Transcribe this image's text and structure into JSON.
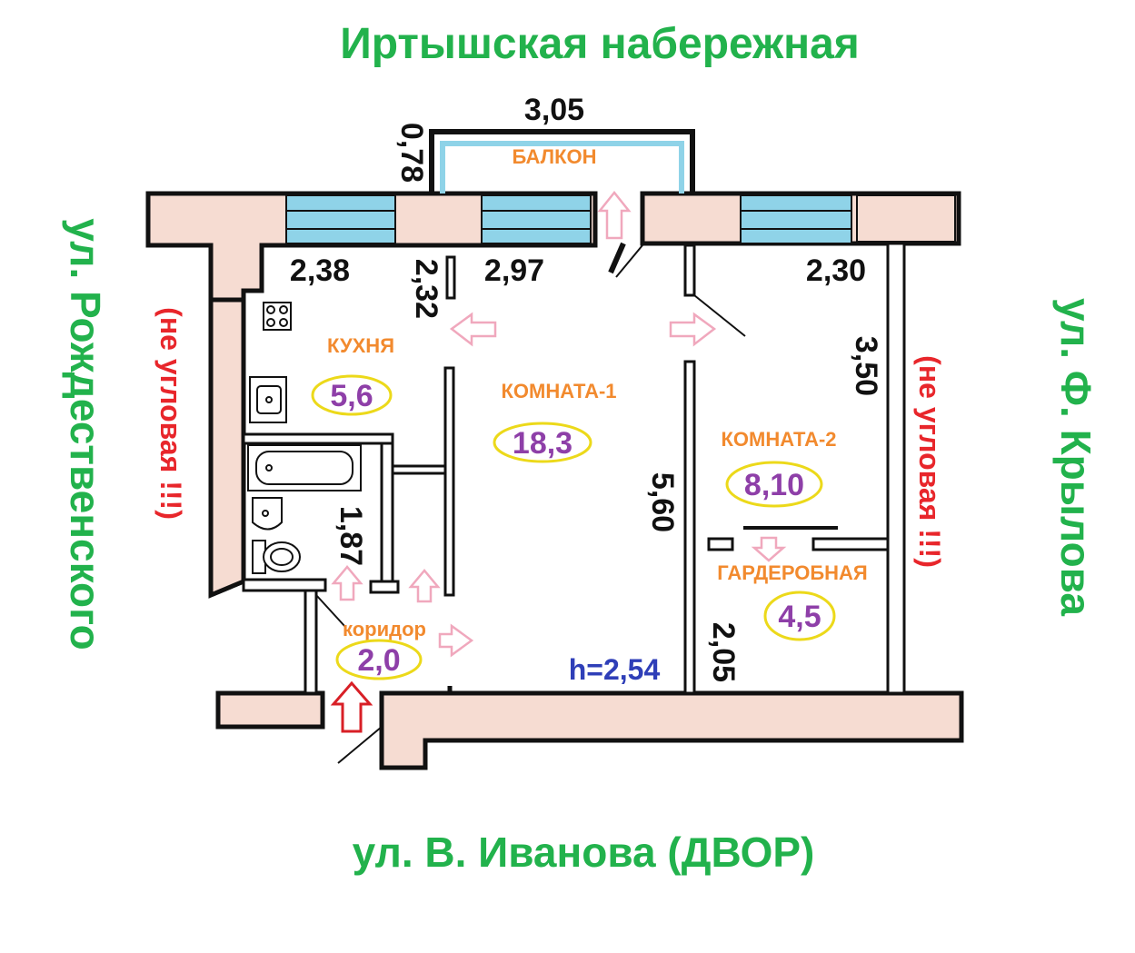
{
  "streets": {
    "top": "Иртышская набережная",
    "bottom": "ул. В. Иванова (ДВОР)",
    "left": "ул. Рождественского",
    "right": "ул. Ф. Крылова"
  },
  "notes": {
    "left": "(не угловая !!!)",
    "right": "(не угловая !!!)"
  },
  "rooms": {
    "balcony": "БАЛКОН",
    "kitchen": "КУХНЯ",
    "room1": "КОМНАТА-1",
    "room2": "КОМНАТА-2",
    "wardrobe": "ГАРДЕРОБНАЯ",
    "corridor": "коридор"
  },
  "areas": {
    "kitchen": "5,6",
    "room1": "18,3",
    "room2": "8,10",
    "wardrobe": "4,5",
    "corridor": "2,0"
  },
  "dimensions": {
    "balcony_width": "3,05",
    "balcony_depth": "0,78",
    "kitchen_width": "2,38",
    "kitchen_depth": "2,32",
    "room1_width": "2,97",
    "room2_width": "2,30",
    "room2_length": "3,50",
    "room1_length": "5,60",
    "bath_length": "1,87",
    "wardrobe_depth": "2,05"
  },
  "ceiling_height": "h=2,54",
  "colors": {
    "street": "#22b24c",
    "room_label": "#f28a2e",
    "area": "#8e3fa8",
    "area_ellipse": "#ecd91a",
    "warning": "#e8262b",
    "height": "#2f3fb8",
    "wall_fill": "#f6dcd2",
    "window": "#8fd3e8",
    "arrow_outline": "#f0a8bd",
    "entry_arrow": "#d81f26"
  }
}
